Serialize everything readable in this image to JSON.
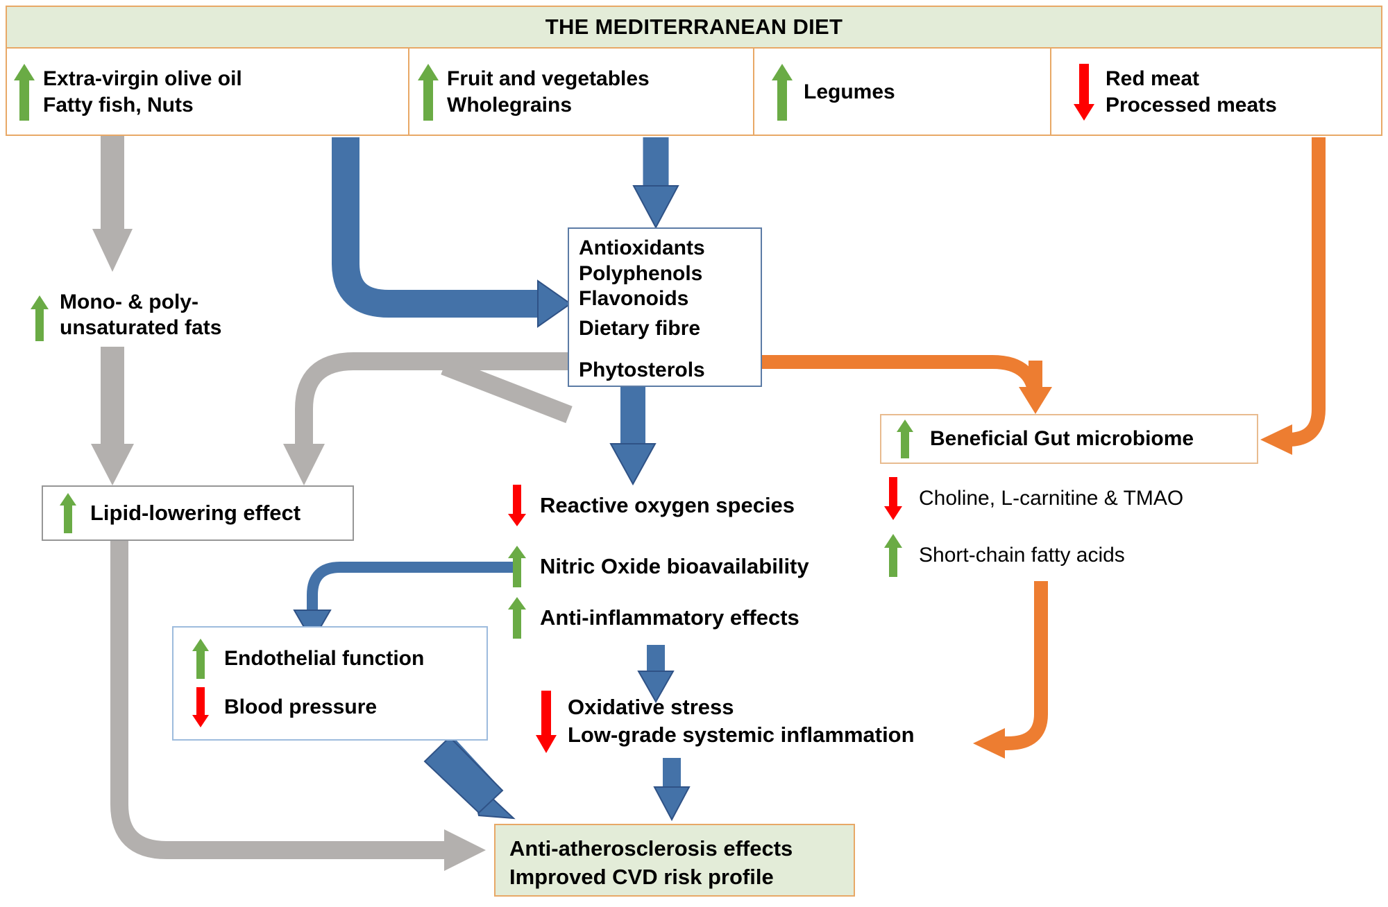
{
  "header": {
    "title": "THE MEDITERRANEAN DIET",
    "bg_color": "#e3ecd8",
    "border_color": "#e8a866"
  },
  "colors": {
    "green_arrow": "#6aab45",
    "red_arrow": "#fe0000",
    "blue_arrow": "#4472a8",
    "gray_arrow": "#b3b0ae",
    "orange_arrow": "#ed7d31",
    "box_green_fill": "#e3ecd8",
    "box_orange_border": "#e8a866",
    "box_blue_border": "#5b7ba5",
    "box_gray_border": "#969696",
    "box_lightblue_border": "#9dbbdd"
  },
  "food_row": [
    {
      "id": "olive-oil",
      "direction": "up",
      "lines": [
        "Extra-virgin olive oil",
        "Fatty fish, Nuts"
      ]
    },
    {
      "id": "fruit-veg",
      "direction": "up",
      "lines": [
        "Fruit and vegetables",
        "Wholegrains"
      ]
    },
    {
      "id": "legumes",
      "direction": "up",
      "lines": [
        "Legumes"
      ]
    },
    {
      "id": "red-meat",
      "direction": "down",
      "lines": [
        "Red meat",
        "Processed meats"
      ]
    }
  ],
  "nodes": {
    "unsat_fats": {
      "direction": "up",
      "lines": [
        "Mono- & poly-",
        "unsaturated fats"
      ]
    },
    "antioxidants": {
      "lines": [
        "Antioxidants",
        "Polyphenols",
        "Flavonoids"
      ],
      "fibre": "Dietary fibre",
      "phytosterols": "Phytosterols"
    },
    "lipid_lowering": {
      "direction": "up",
      "label": "Lipid-lowering effect"
    },
    "gut_microbiome": {
      "direction": "up",
      "label": "Beneficial Gut microbiome"
    },
    "choline": {
      "direction": "down",
      "label": "Choline, L-carnitine & TMAO"
    },
    "scfa": {
      "direction": "up",
      "label": "Short-chain fatty acids"
    },
    "ros": {
      "direction": "down",
      "label": "Reactive oxygen species"
    },
    "nitric_oxide": {
      "direction": "up",
      "label": "Nitric Oxide bioavailability"
    },
    "anti_inflammatory": {
      "direction": "up",
      "label": "Anti-inflammatory effects"
    },
    "oxidative": {
      "direction": "down",
      "lines": [
        "Oxidative stress",
        "Low-grade systemic inflammation"
      ]
    },
    "endothelial": {
      "direction": "up",
      "label": "Endothelial function"
    },
    "blood_pressure": {
      "direction": "down",
      "label": "Blood pressure"
    },
    "final": {
      "lines": [
        "Anti-atherosclerosis effects",
        "Improved CVD risk profile"
      ]
    }
  }
}
